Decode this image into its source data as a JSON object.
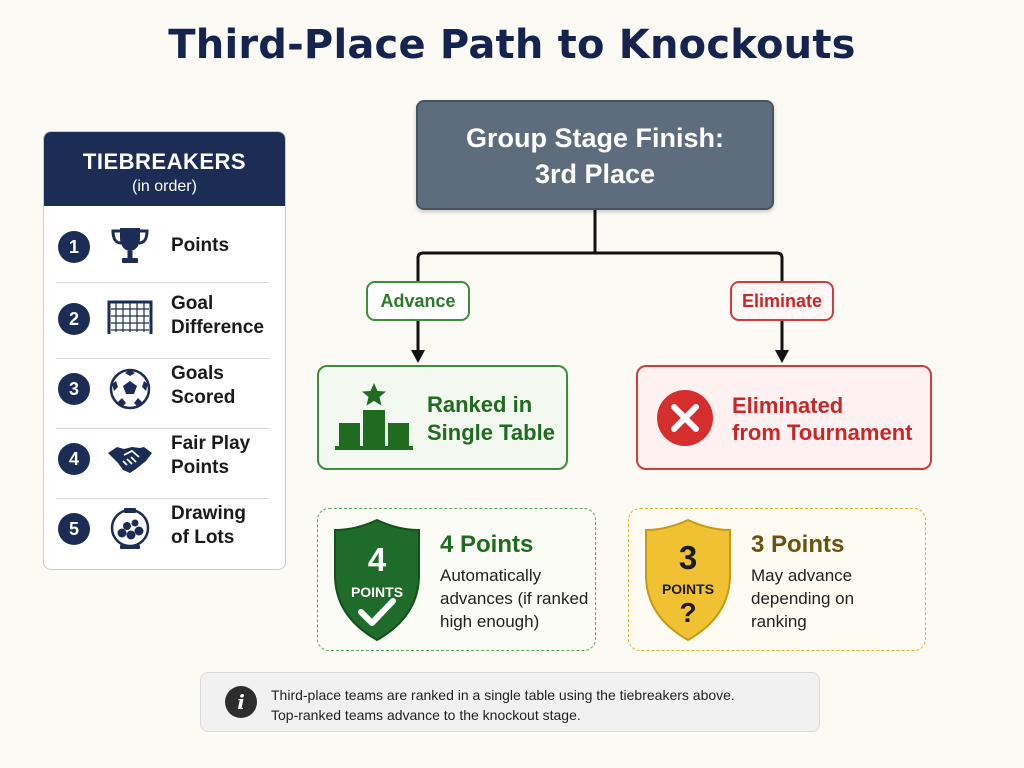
{
  "title": "Third-Place Path to Knockouts",
  "tiebreakers": {
    "header": "TIEBREAKERS",
    "subheader": "(in order)",
    "items": [
      {
        "num": "1",
        "line1": "Points",
        "line2": "",
        "icon": "trophy-icon"
      },
      {
        "num": "2",
        "line1": "Goal",
        "line2": "Difference",
        "icon": "goal-net-icon"
      },
      {
        "num": "3",
        "line1": "Goals",
        "line2": "Scored",
        "icon": "soccer-ball-icon"
      },
      {
        "num": "4",
        "line1": "Fair Play",
        "line2": "Points",
        "icon": "handshake-icon"
      },
      {
        "num": "5",
        "line1": "Drawing",
        "line2": "of Lots",
        "icon": "lottery-bowl-icon"
      }
    ]
  },
  "flow": {
    "start_line1": "Group Stage Finish:",
    "start_line2": "3rd Place",
    "advance_label": "Advance",
    "eliminate_label": "Eliminate",
    "ranked_line1": "Ranked in",
    "ranked_line2": "Single Table",
    "eliminated_line1": "Eliminated",
    "eliminated_line2": "from Tournament"
  },
  "outcomes": {
    "four": {
      "shield_num": "4",
      "shield_sub": "POINTS",
      "title": "4 Points",
      "desc1": "Automatically",
      "desc2": "advances (if ranked",
      "desc3": "high enough)"
    },
    "three": {
      "shield_num": "3",
      "shield_sub": "POINTS",
      "title": "3 Points",
      "desc1": "May advance",
      "desc2": "depending on",
      "desc3": "ranking"
    }
  },
  "note": {
    "icon_glyph": "i",
    "line1": "Third-place teams are ranked in a single table using the tiebreakers above.",
    "line2": "Top-ranked teams advance to the knockout stage."
  },
  "colors": {
    "navy": "#1c2d55",
    "green": "#2b7a2a",
    "red": "#c62828",
    "yellow": "#f0c132",
    "slate": "#5e6d7e"
  }
}
